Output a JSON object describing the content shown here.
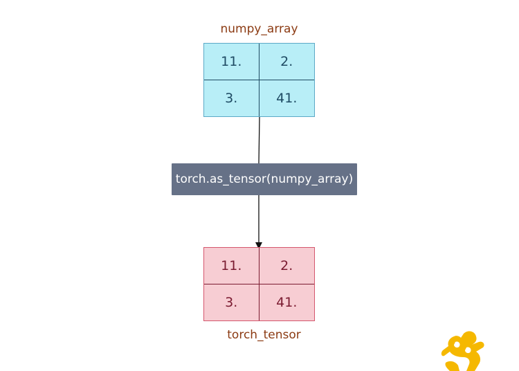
{
  "numpy_array": {
    "label": "numpy_array",
    "cells": [
      "11.",
      "2.",
      "3.",
      "41."
    ]
  },
  "operation": {
    "label": "torch.as_tensor(numpy_array)"
  },
  "torch_tensor": {
    "label": "torch_tensor",
    "cells": [
      "11.",
      "2.",
      "3.",
      "41."
    ]
  },
  "colors": {
    "numpy_fill": "#b8eef7",
    "numpy_border": "#5aa8c6",
    "torch_fill": "#f7cdd3",
    "torch_border": "#d4566c",
    "operation_fill": "#667187",
    "label_text": "#8b3a12",
    "logo": "#f5b800"
  },
  "icons": {
    "logo": "yellow-figure-logo-icon"
  }
}
